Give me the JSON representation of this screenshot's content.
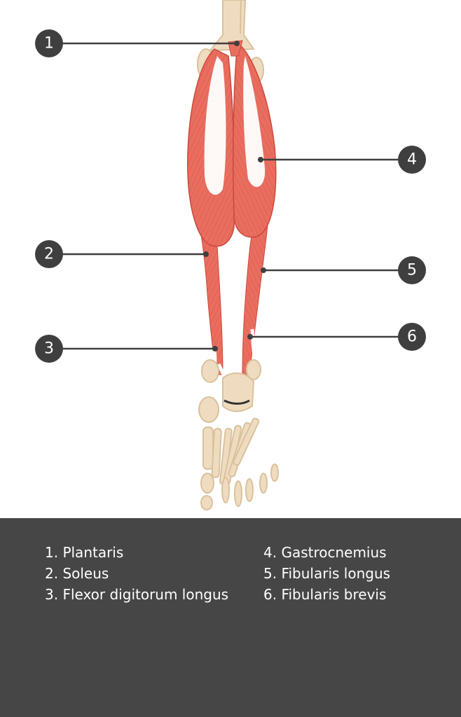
{
  "colors": {
    "muscle": "#ea6e5f",
    "muscle_dark": "#c9493c",
    "tendon": "#ffffff",
    "bone": "#efdcc0",
    "bone_shade": "#d9c19c",
    "marker": "#3f3f3f",
    "legend_bg": "#464646",
    "legend_text": "#ffffff"
  },
  "markers": [
    "1",
    "2",
    "3",
    "4",
    "5",
    "6"
  ],
  "legend": {
    "left": [
      "1. Plantaris",
      "2. Soleus",
      "3. Flexor digitorum longus"
    ],
    "right": [
      "4. Gastrocnemius",
      "5. Fibularis longus",
      "6. Fibularis brevis"
    ]
  }
}
